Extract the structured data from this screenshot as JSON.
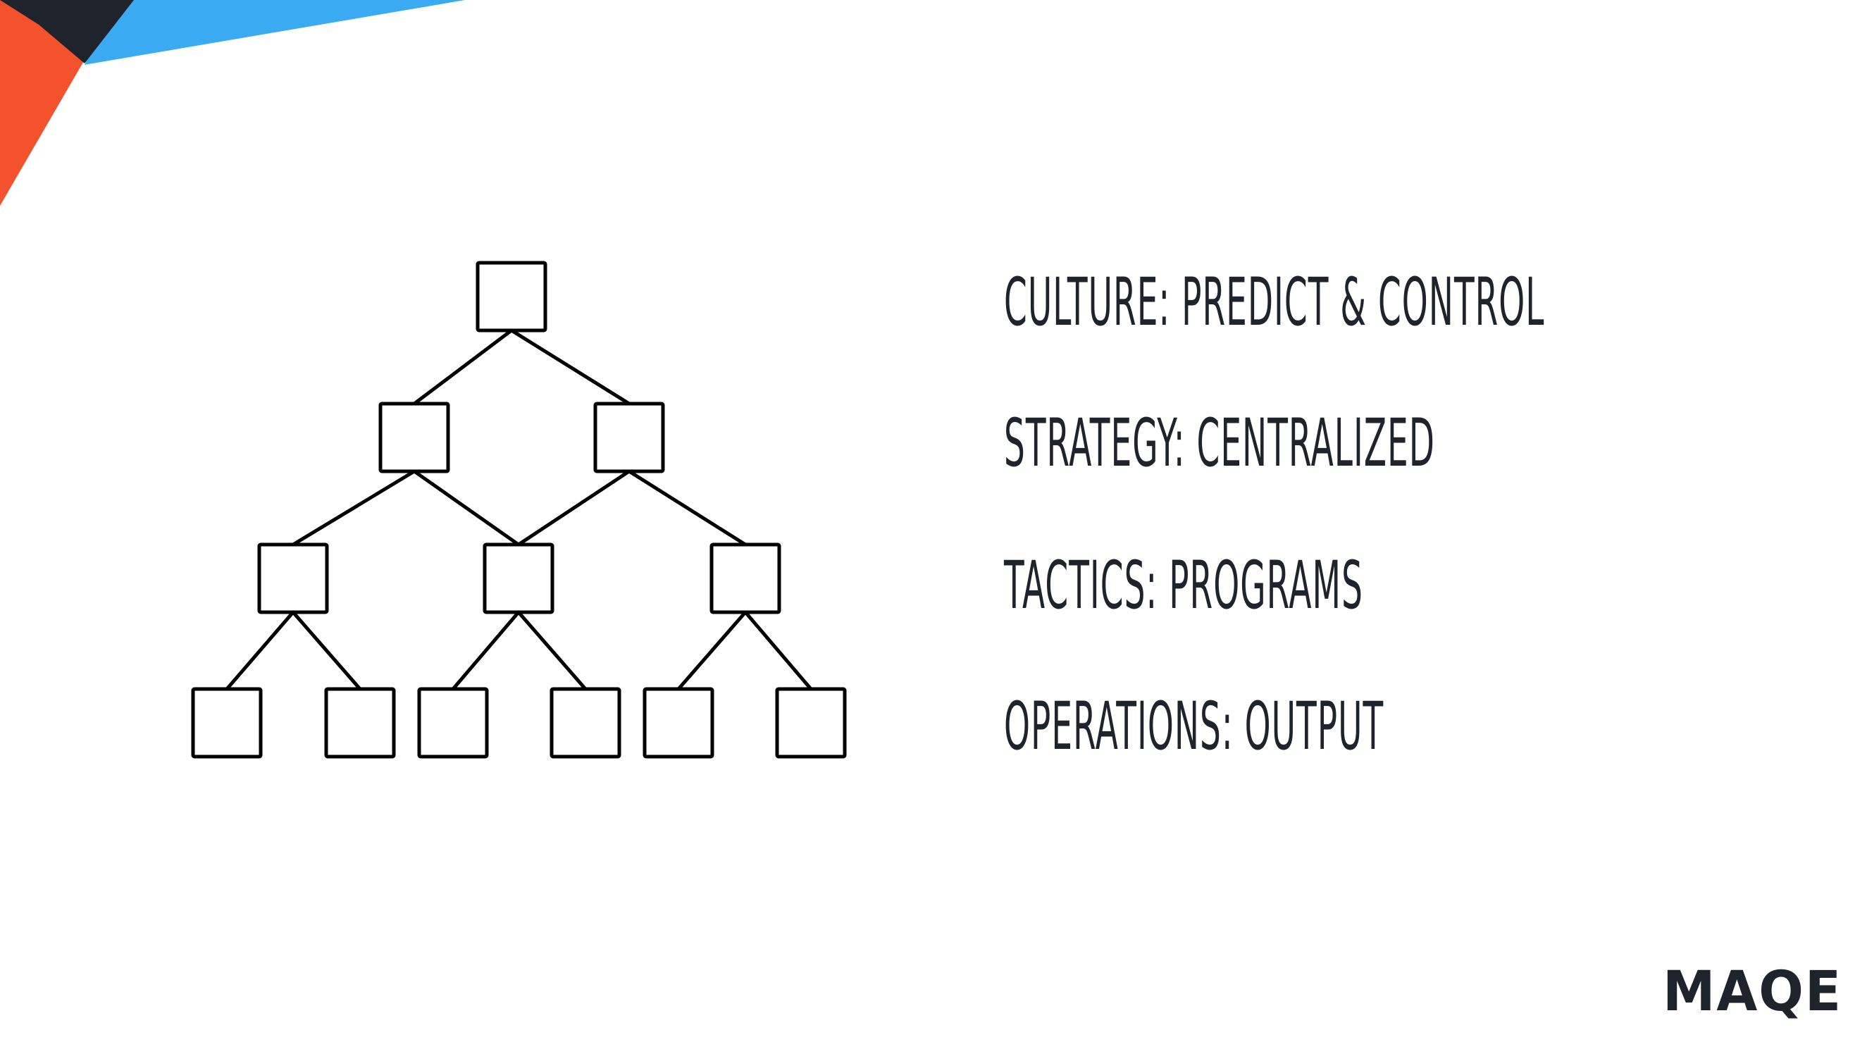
{
  "slide": {
    "lines": [
      {
        "text": "CULTURE: PREDICT & CONTROL"
      },
      {
        "text": "STRATEGY: CENTRALIZED"
      },
      {
        "text": "TACTICS: PROGRAMS"
      },
      {
        "text": "OPERATIONS: OUTPUT"
      }
    ],
    "logo": {
      "text": "MAQE"
    }
  },
  "colors": {
    "text": "#1f232b",
    "accent_orange": "#f4522d",
    "accent_navy": "#1f232b",
    "accent_blue": "#3aaaf3",
    "stroke": "#000000"
  },
  "diagram": {
    "type": "hierarchy-tree",
    "node_levels": [
      1,
      2,
      3,
      6
    ]
  }
}
